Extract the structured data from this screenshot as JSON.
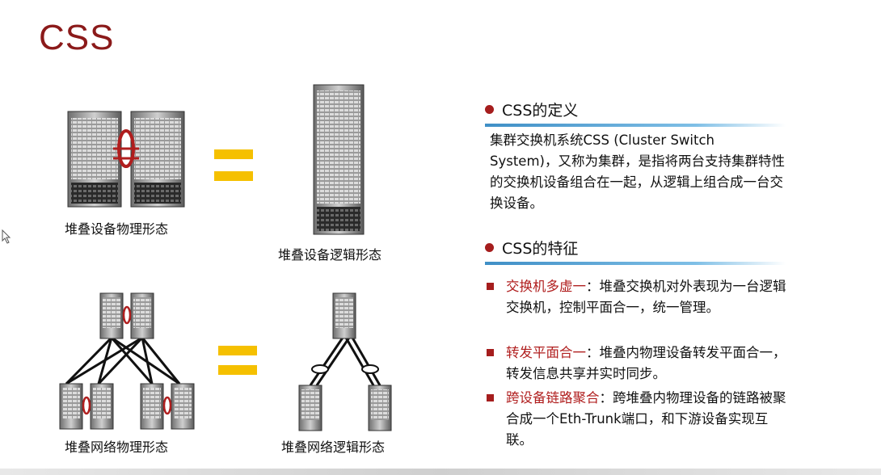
{
  "slide": {
    "title": "CSS"
  },
  "figures": {
    "top_left_caption": "堆叠设备物理形态",
    "top_right_caption": "堆叠设备逻辑形态",
    "bottom_left_caption": "堆叠网络物理形态",
    "bottom_right_caption": "堆叠网络逻辑形态"
  },
  "definition": {
    "heading": "CSS的定义",
    "text": "集群交换机系统CSS (Cluster Switch System)，又称为集群，是指将两台支持集群特性的交换机设备组合在一起，从逻辑上组合成一台交换设备。"
  },
  "features": {
    "heading": "CSS的特征",
    "items": [
      {
        "title": "交换机多虚一",
        "body": "：堆叠交换机对外表现为一台逻辑交换机，控制平面合一，统一管理。"
      },
      {
        "title": "转发平面合一",
        "body": "：堆叠内物理设备转发平面合一，转发信息共享并实时同步。"
      },
      {
        "title": "跨设备链路聚合",
        "body": "：跨堆叠内物理设备的链路被聚合成一个Eth-Trunk端口，和下游设备实现互联。"
      }
    ]
  },
  "colors": {
    "title": "#8b1a1a",
    "accent_red": "#a51d1d",
    "equals_yellow": "#f5c000",
    "rule_blue": "#3f8fc6"
  }
}
